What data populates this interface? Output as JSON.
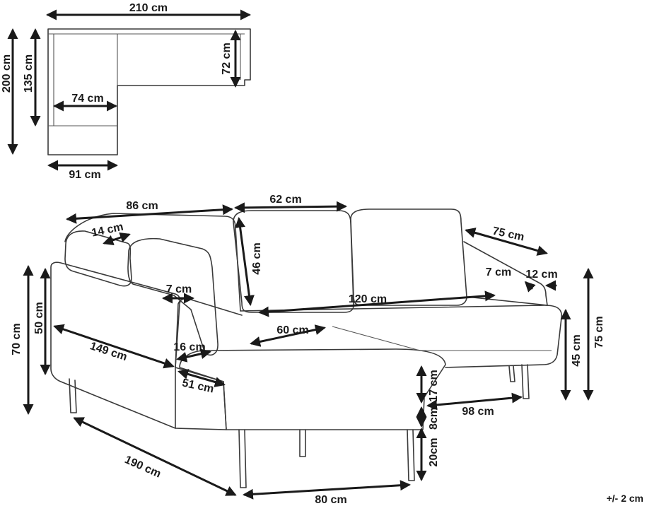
{
  "top_view": {
    "width_total": "210 cm",
    "depth_total": "200 cm",
    "depth_chaise_inner": "135 cm",
    "depth_main": "72 cm",
    "width_chaise_inner": "74 cm",
    "width_chaise": "91 cm"
  },
  "front_view": {
    "back_left": "86 cm",
    "back_cushion_width": "62 cm",
    "cushion_thickness": "14 cm",
    "armrest_length": "75 cm",
    "back_cushion_height": "46 cm",
    "seat_width": "120 cm",
    "armrest_width_a": "7 cm",
    "armrest_width_b": "12 cm",
    "arm_side_width": "7 cm",
    "seat_depth_chaise": "60 cm",
    "total_height_left": "70 cm",
    "arm_height": "50 cm",
    "chaise_length": "149 cm",
    "seat_cushion_height": "16 cm",
    "chaise_front": "51 cm",
    "seat_height": "45 cm",
    "total_height_right": "75 cm",
    "base_height": "17 cm",
    "leg_gap": "8cm",
    "leg_height": "20cm",
    "right_depth": "98 cm",
    "side_length": "190 cm",
    "chaise_width": "80 cm"
  },
  "tolerance": "+/- 2 cm"
}
